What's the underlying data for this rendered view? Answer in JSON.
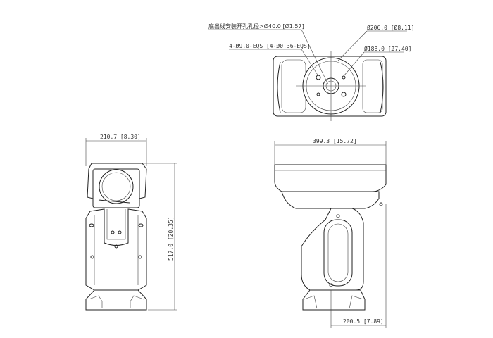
{
  "top_view": {
    "cable_hole_note": "底出线安装开孔孔径>Ø40.0 [Ø1.57]",
    "mount_holes": "4-Ø9.0-EQS [4-Ø0.36-EQS]",
    "outer_diameter": "Ø206.0 [Ø8.11]",
    "bolt_circle": "Ø188.0 [Ø7.40]"
  },
  "front_view": {
    "width": "210.7 [8.30]",
    "height": "517.0 [20.35]"
  },
  "side_view": {
    "length": "399.3 [15.72]",
    "offset": "200.5 [7.89]"
  }
}
